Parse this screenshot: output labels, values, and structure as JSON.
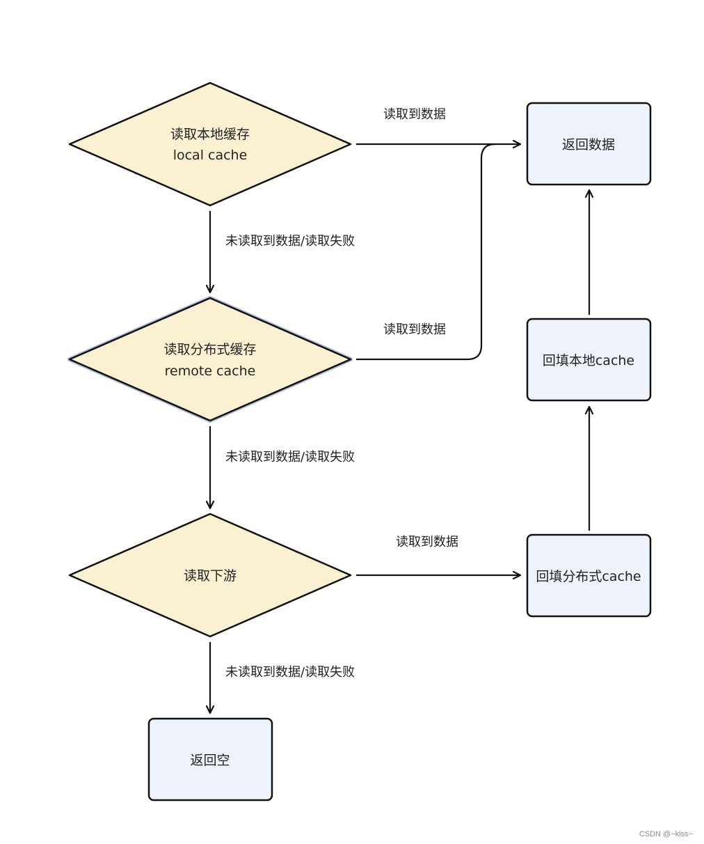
{
  "nodes": {
    "local_cache": {
      "line1": "读取本地缓存",
      "line2": "local cache"
    },
    "remote_cache": {
      "line1": "读取分布式缓存",
      "line2": "remote cache"
    },
    "downstream": {
      "line1": "读取下游"
    },
    "return_data": {
      "label": "返回数据"
    },
    "fill_local": {
      "label": "回填本地cache"
    },
    "fill_remote": {
      "label": "回填分布式cache"
    },
    "return_empty": {
      "label": "返回空"
    }
  },
  "edges": {
    "local_to_return": "读取到数据",
    "remote_to_return": "读取到数据",
    "downstream_to_fill": "读取到数据",
    "local_to_remote": "未读取到数据/读取失败",
    "remote_to_downstream": "未读取到数据/读取失败",
    "downstream_to_empty": "未读取到数据/读取失败"
  },
  "watermark": "CSDN @~kiss~",
  "colors": {
    "decision_fill": "#fcf0d2",
    "process_fill": "#eef2fa",
    "stroke": "#111111",
    "remote_highlight": "#aab8e0"
  }
}
